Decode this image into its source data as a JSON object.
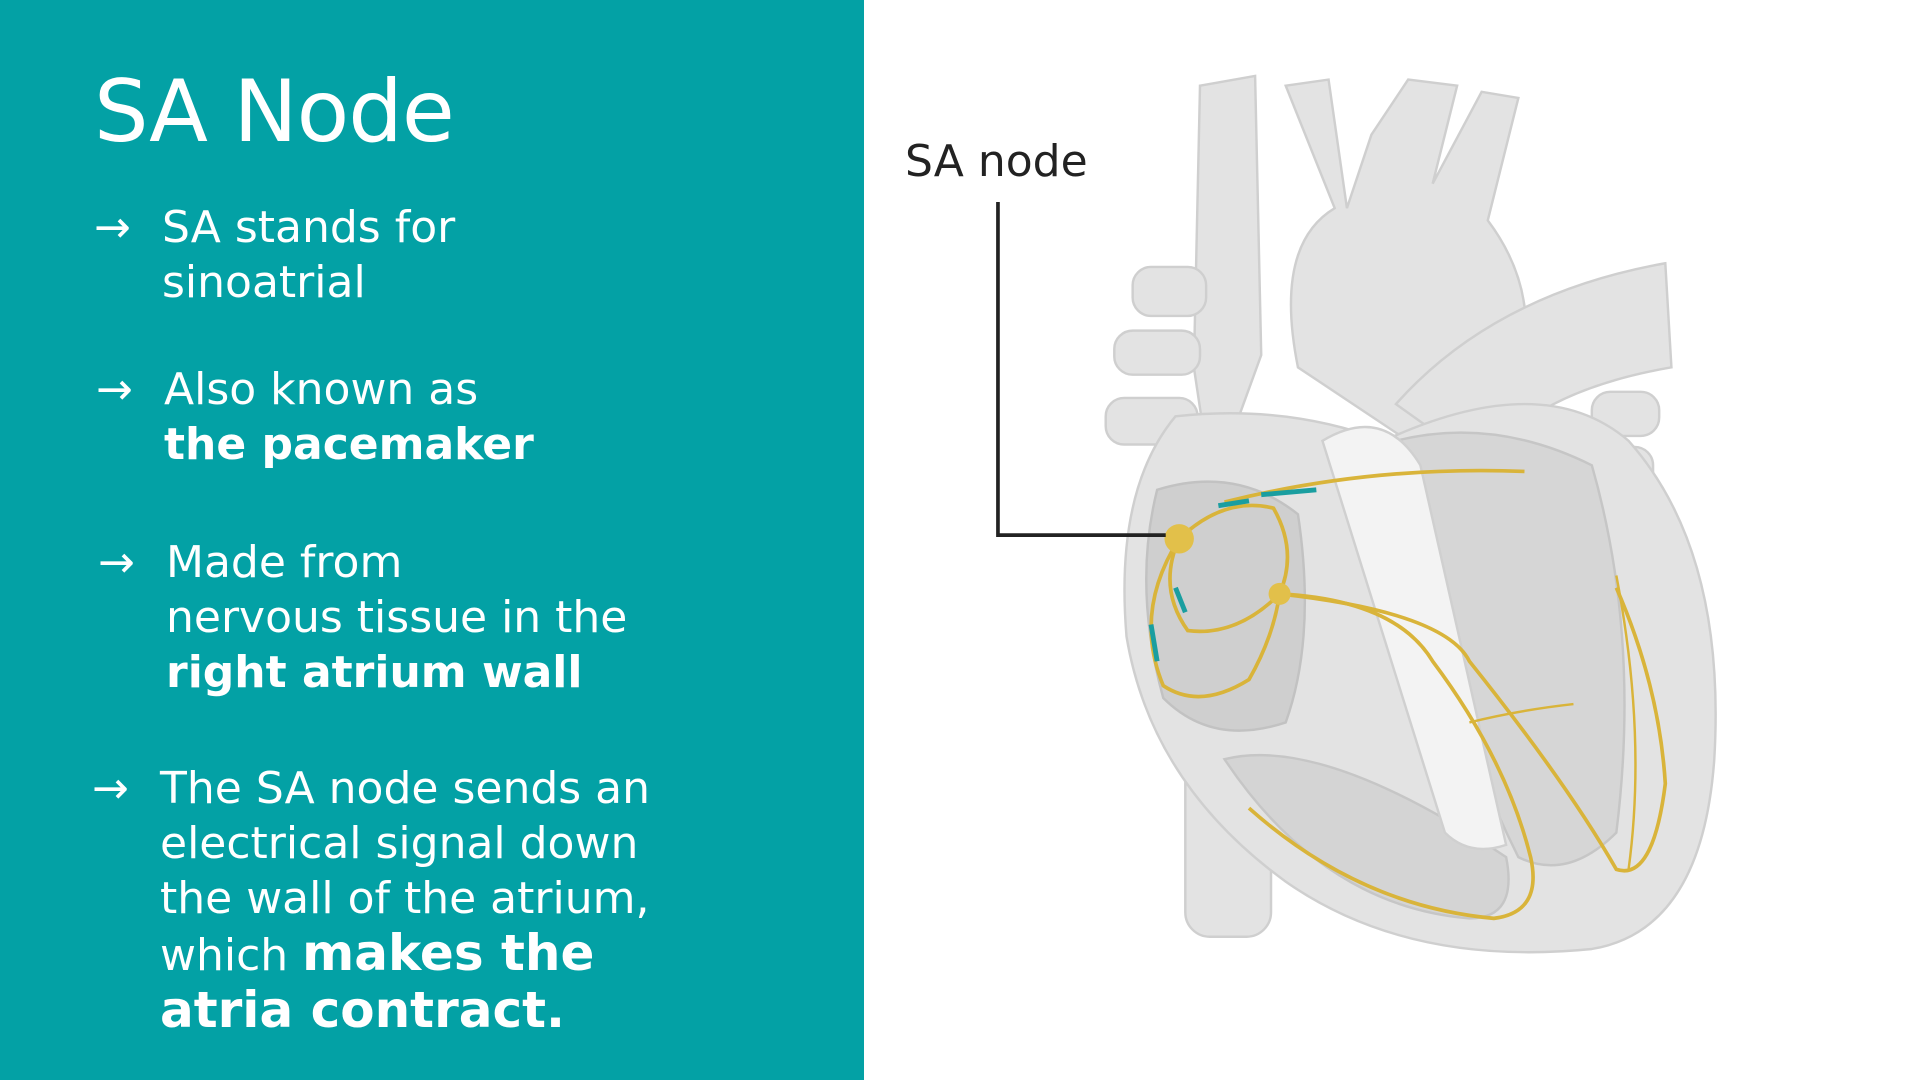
{
  "slide": {
    "title": "SA Node",
    "bullets": [
      {
        "lines": [
          "SA stands for",
          "sinoatrial"
        ]
      },
      {
        "lines": [
          "Also known as"
        ],
        "bold": "the pacemaker"
      },
      {
        "lines": [
          "Made from",
          "nervous tissue in the"
        ],
        "bold": "right atrium wall"
      },
      {
        "lines": [
          "The SA node sends an",
          "electrical signal down",
          "the wall of the atrium,",
          "which "
        ],
        "bold_inline": "makes the",
        "bold": "atria contract."
      }
    ],
    "arrow_glyph": "→"
  },
  "diagram": {
    "label": "SA node",
    "colors": {
      "panel": "#03a1a5",
      "heart": "#dcdcdc",
      "conduction": "#d9b43a",
      "highlight": "#1a9ea0"
    }
  }
}
